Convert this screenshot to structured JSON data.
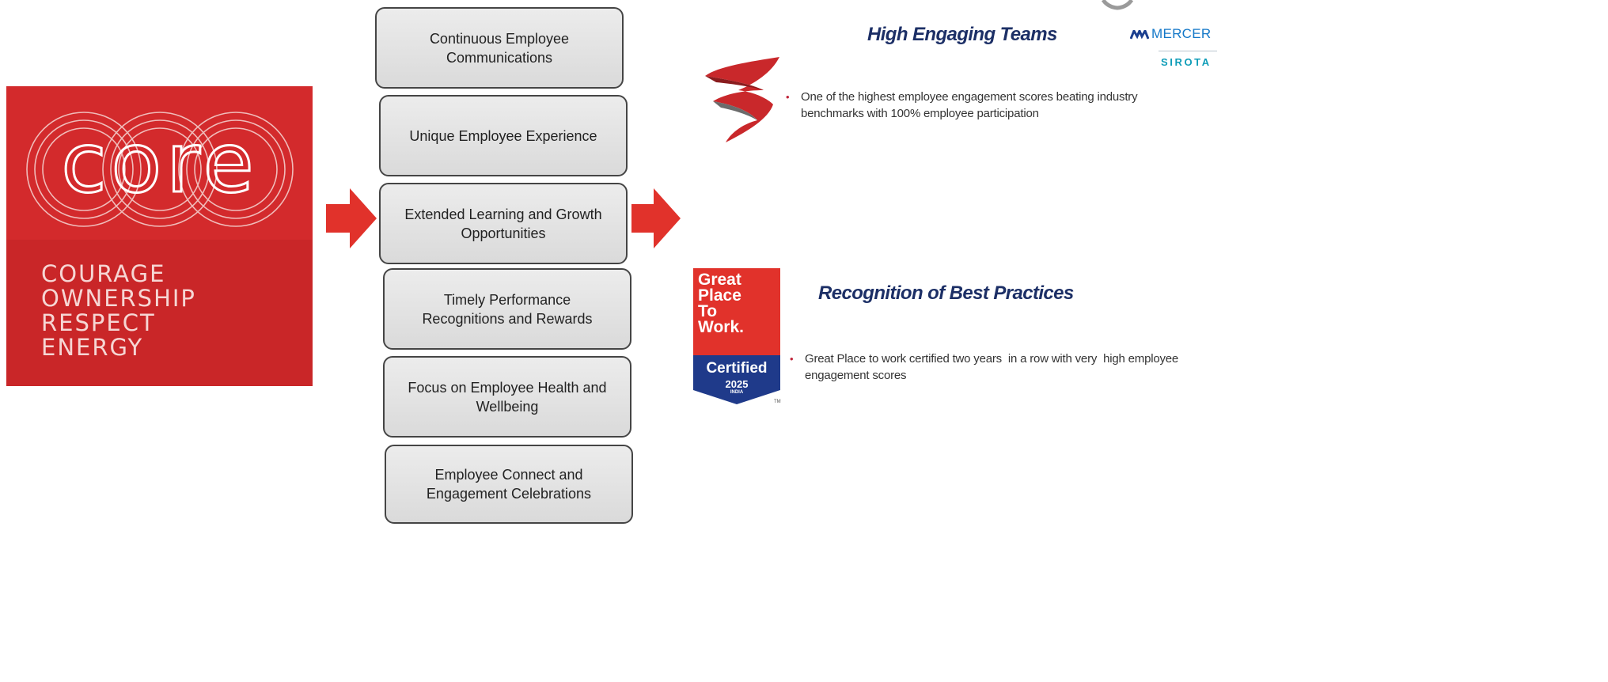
{
  "core": {
    "logo_word": "core",
    "values": [
      "COURAGE",
      "OWNERSHIP",
      "RESPECT",
      "ENERGY"
    ],
    "panel_color": "#d32a2c"
  },
  "steps": [
    {
      "label": "Continuous Employee Communications"
    },
    {
      "label": "Unique Employee Experience"
    },
    {
      "label": "Extended Learning and Growth Opportunities"
    },
    {
      "label": "Timely Performance Recognitions and Rewards"
    },
    {
      "label": "Focus on Employee Health and Wellbeing"
    },
    {
      "label": "Employee Connect and Engagement Celebrations"
    }
  ],
  "outcomes": {
    "teams": {
      "heading": "High Engaging Teams",
      "bullet": "One of the highest employee engagement scores beating industry benchmarks with 100% employee participation"
    },
    "recognition": {
      "heading": "Recognition of Best Practices",
      "bullet": "Great Place to work certified two years  in a row with very  high employee engagement scores"
    }
  },
  "mercer_logo": {
    "line1": "MERCER",
    "line2": "SIROTA"
  },
  "gptw_badge": {
    "lines": [
      "Great",
      "Place",
      "To",
      "Work."
    ],
    "certified": "Certified",
    "year": "2025",
    "country": "INDIA",
    "tm": "TM"
  },
  "colors": {
    "arrow": "#e1322b",
    "heading": "#1c2f66",
    "box_border": "#454545"
  }
}
